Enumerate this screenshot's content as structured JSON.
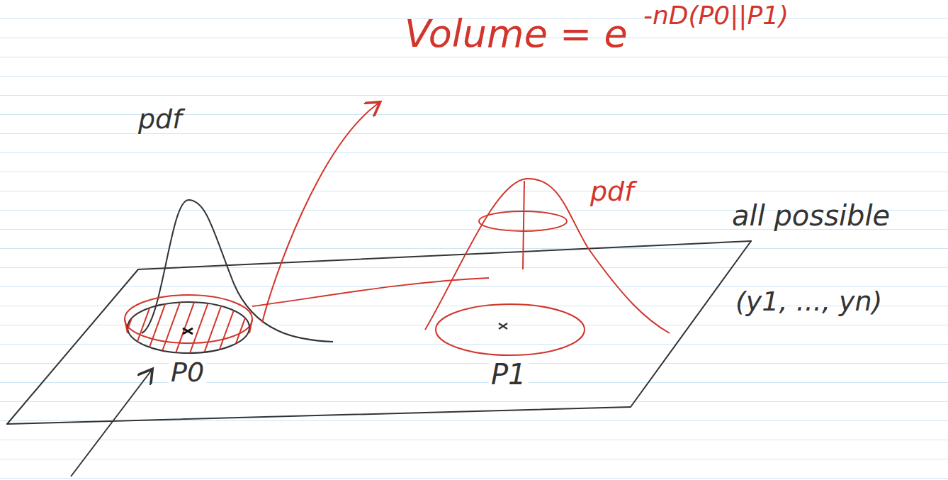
{
  "diagram": {
    "labels": [
      "Volume = e",
      "-nD(P0||P1)",
      "pdf",
      "pdf",
      "all possible",
      "(y1, ..., yn)",
      "P0",
      "P1"
    ]
  }
}
